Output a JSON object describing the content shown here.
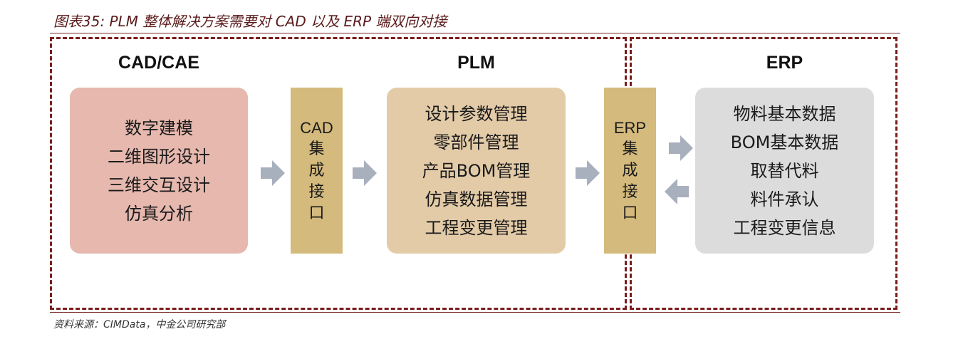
{
  "figure": {
    "title": "图表35: PLM 整体解决方案需要对 CAD 以及 ERP 端双向对接",
    "source": "资料来源：CIMData，中金公司研究部"
  },
  "sections": {
    "cad_title": "CAD/CAE",
    "plm_title": "PLM",
    "erp_title": "ERP"
  },
  "cad_box": {
    "items": [
      "数字建模",
      "二维图形设计",
      "三维交互设计",
      "仿真分析"
    ]
  },
  "cad_interface": {
    "head": "CAD",
    "chars": [
      "集",
      "成",
      "接",
      "口"
    ]
  },
  "plm_box": {
    "items": [
      "设计参数管理",
      "零部件管理",
      "产品BOM管理",
      "仿真数据管理",
      "工程变更管理"
    ]
  },
  "erp_interface": {
    "head": "ERP",
    "chars": [
      "集",
      "成",
      "接",
      "口"
    ]
  },
  "erp_box": {
    "items": [
      "物料基本数据",
      "BOM基本数据",
      "取替代料",
      "料件承认",
      "工程变更信息"
    ]
  },
  "colors": {
    "cad_box": "#e6b8ae",
    "plm_box": "#e3cba8",
    "erp_box": "#dcdcdc",
    "interface_bar": "#d4ba7c",
    "arrow": "#a8afbd",
    "frame": "#7a1c1c"
  }
}
